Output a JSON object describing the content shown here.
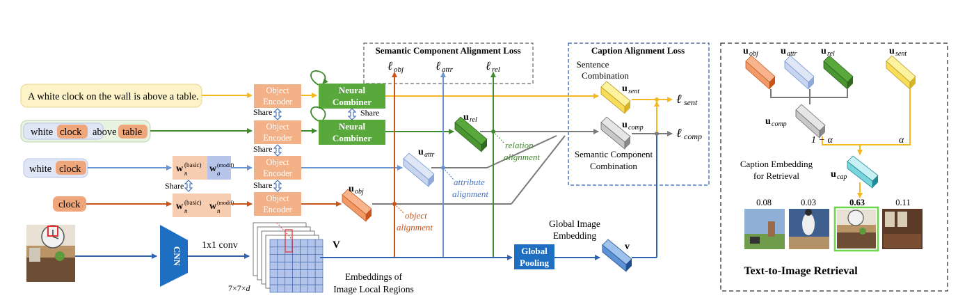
{
  "inputs": {
    "sentence": "A white clock on the wall is above a table.",
    "relation_phrase": {
      "w1": "white",
      "w2": "clock",
      "w3": "above",
      "w4": "table"
    },
    "attribute_phrase": {
      "w1": "white",
      "w2": "clock"
    },
    "object_phrase": {
      "w1": "clock"
    }
  },
  "encoders": {
    "object_encoder": [
      "Object",
      "Encoder"
    ],
    "neural_combiner": [
      "Neural",
      "Combiner"
    ],
    "share": "Share",
    "w_basic_main": "w",
    "w_basic_sub": "n",
    "w_basic_sup": "(basic)",
    "w_modif_main": "w",
    "w_modif_sub_a": "a",
    "w_modif_sub_n": "n",
    "w_modif_sup": "(modif)"
  },
  "image_branch": {
    "cnn": "CNN",
    "conv": "1x1 conv",
    "v_label": "V",
    "grid_size_a": "7×7×",
    "grid_size_d": "d",
    "embeddings_label": [
      "Embeddings of",
      "Image Local Regions"
    ],
    "global_pooling": [
      "Global",
      "Pooling"
    ],
    "global_image_embedding": [
      "Global Image",
      "Embedding"
    ],
    "v_small": "v"
  },
  "vectors": {
    "u": "u",
    "obj": "obj",
    "attr": "attr",
    "rel": "rel",
    "sent": "sent",
    "comp": "comp",
    "cap": "cap"
  },
  "alignment": {
    "object_alignment": [
      "object",
      "alignment"
    ],
    "attribute_alignment": [
      "attribute",
      "alignment"
    ],
    "relation_alignment": [
      "relation",
      "alignment"
    ]
  },
  "losses": {
    "semantic_component_title": "Semantic Component Alignment Loss",
    "caption_alignment_title": "Caption Alignment Loss",
    "ell": "ℓ",
    "sentence_combination": [
      "Sentence",
      "Combination"
    ],
    "semantic_component_combination": [
      "Semantic Component",
      "Combination"
    ]
  },
  "retrieval": {
    "one_minus_alpha": "1 − α",
    "alpha": "α",
    "caption_embedding": [
      "Caption Embedding",
      "for Retrieval"
    ],
    "scores": [
      "0.08",
      "0.03",
      "0.63",
      "0.11"
    ],
    "title": "Text-to-Image Retrieval"
  },
  "colors": {
    "yellow": "#f5b820",
    "green": "#3f8a2c",
    "blue": "#6b93d0",
    "orange": "#c9541a",
    "gray": "#7a7a7a",
    "dark_blue": "#2f62b0",
    "encoder_fill": "#f3b187",
    "combiner_fill": "#58a83c"
  }
}
